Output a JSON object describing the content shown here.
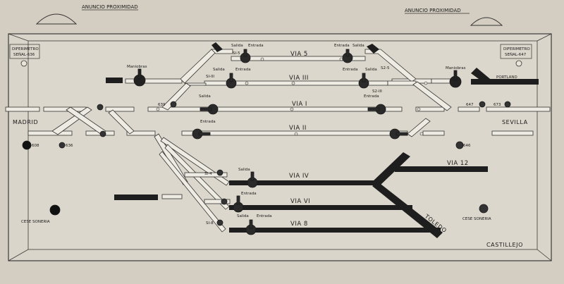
{
  "proximity_labels": {
    "left": "ANUNCIO PROXIMIDAD",
    "right": "ANUNCIO PROXIMIDAD"
  },
  "perimeter": {
    "left_line1": "DIFERIMETRO",
    "left_line2": "SEÑAL-636",
    "right_line1": "DIFERIMETRO",
    "right_line2": "SEÑAL-647"
  },
  "cities": {
    "madrid": "MADRID",
    "sevilla": "SEVILLA",
    "portland": "PORTLAND",
    "toledo": "TOLEDO",
    "castillejo": "CASTILLEJO"
  },
  "tracks": {
    "via5": "VIA 5",
    "via3": "VIA III",
    "via1": "VIA I",
    "via2": "VIA II",
    "via4": "VIA IV",
    "via6": "VIA VI",
    "via8": "VIA 8",
    "via12": "VIA 12"
  },
  "controls": {
    "maniobras_left": "Maniobras",
    "maniobras_right": "Maniobras",
    "salida": "Salida",
    "entrada": "Entrada",
    "cese_left": "CESE SONERIA",
    "cese_right": "CESE SONERIA"
  },
  "signals": {
    "s639": "639",
    "s608": "608",
    "s636": "636",
    "s647": "647",
    "s673": "673",
    "s646": "646",
    "si5": "SI-5",
    "si3": "SI-III",
    "s25": "S2-5",
    "s23": "S2-III",
    "si4": "SI-4",
    "si8": "SI-8"
  }
}
